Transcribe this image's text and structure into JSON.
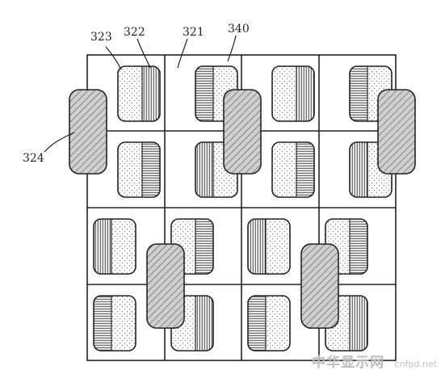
{
  "diagram": {
    "labels": {
      "l323": "323",
      "l322": "322",
      "l321": "321",
      "l340": "340",
      "l324": "324"
    },
    "stroke_color": "#222222",
    "fill_color": "#ffffff"
  },
  "watermark": {
    "title": "中华显示网",
    "url": "cnfpd.net"
  }
}
